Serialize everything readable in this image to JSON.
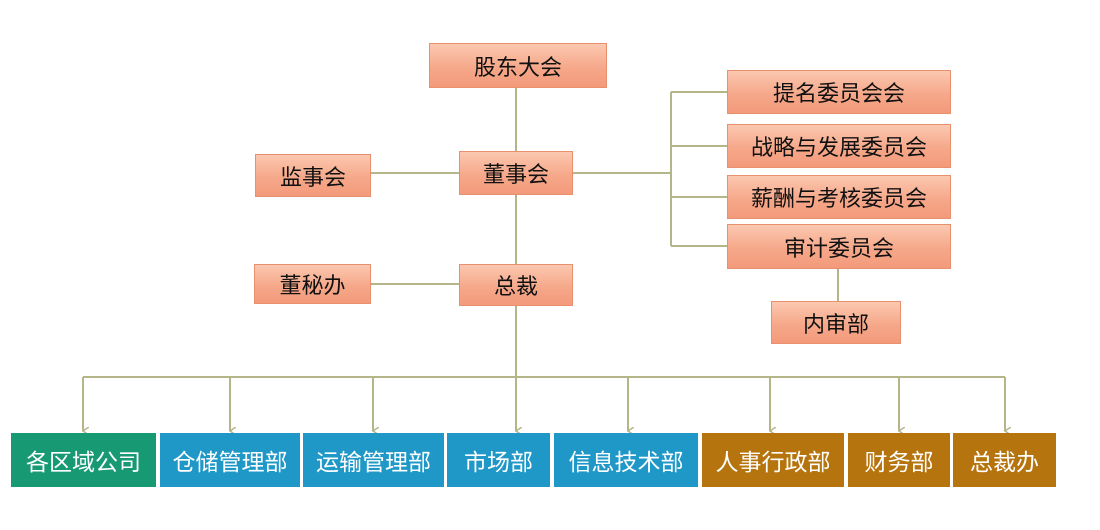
{
  "nodes": {
    "shareholders": "股东大会",
    "board": "董事会",
    "supervisory": "监事会",
    "nomination": "提名委员会会",
    "strategy": "战略与发展委员会",
    "compensation": "薪酬与考核委员会",
    "audit": "审计委员会",
    "internal_audit": "内审部",
    "president": "总裁",
    "secretary_office": "董秘办"
  },
  "departments": [
    {
      "label": "各区域公司",
      "color": "#179a73"
    },
    {
      "label": "仓储管理部",
      "color": "#1f98c8"
    },
    {
      "label": "运输管理部",
      "color": "#1f98c8"
    },
    {
      "label": "市场部",
      "color": "#1f98c8"
    },
    {
      "label": "信息技术部",
      "color": "#1f98c8"
    },
    {
      "label": "人事行政部",
      "color": "#b6740e"
    },
    {
      "label": "财务部",
      "color": "#b6740e"
    },
    {
      "label": "总裁办",
      "color": "#b6740e"
    }
  ],
  "colors": {
    "connector": "#b5b58a",
    "box_fill": "#f6a88a",
    "box_border": "#e8906e"
  }
}
